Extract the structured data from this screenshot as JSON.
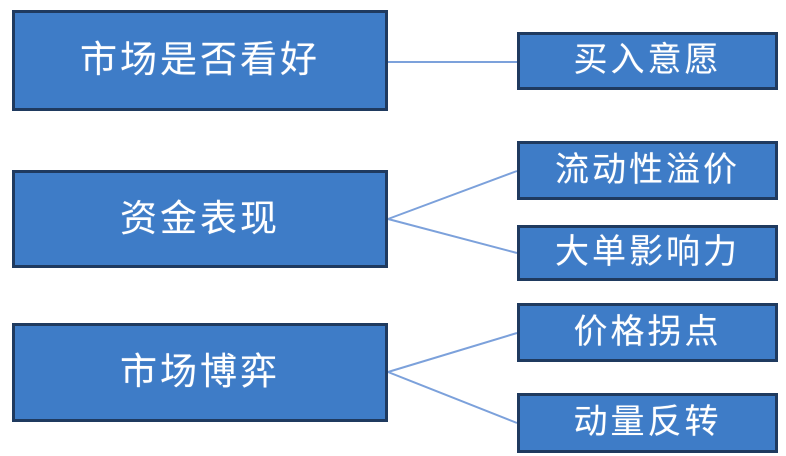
{
  "diagram": {
    "nodes": {
      "market_outlook": {
        "label": "市场是否看好"
      },
      "buy_willingness": {
        "label": "买入意愿"
      },
      "capital_performance": {
        "label": "资金表现"
      },
      "liquidity_premium": {
        "label": "流动性溢价"
      },
      "large_order_impact": {
        "label": "大单影响力"
      },
      "market_game": {
        "label": "市场博弈"
      },
      "price_inflection": {
        "label": "价格拐点"
      },
      "momentum_reversal": {
        "label": "动量反转"
      }
    },
    "edges": [
      {
        "from": "市场是否看好",
        "to": "买入意愿"
      },
      {
        "from": "资金表现",
        "to": "流动性溢价"
      },
      {
        "from": "资金表现",
        "to": "大单影响力"
      },
      {
        "from": "市场博弈",
        "to": "价格拐点"
      },
      {
        "from": "市场博弈",
        "to": "动量反转"
      }
    ],
    "colors": {
      "box_fill": "#3E7CC7",
      "box_border": "#1F3A5F",
      "connector": "#7CA1DB",
      "text": "#FFFFFF"
    }
  }
}
